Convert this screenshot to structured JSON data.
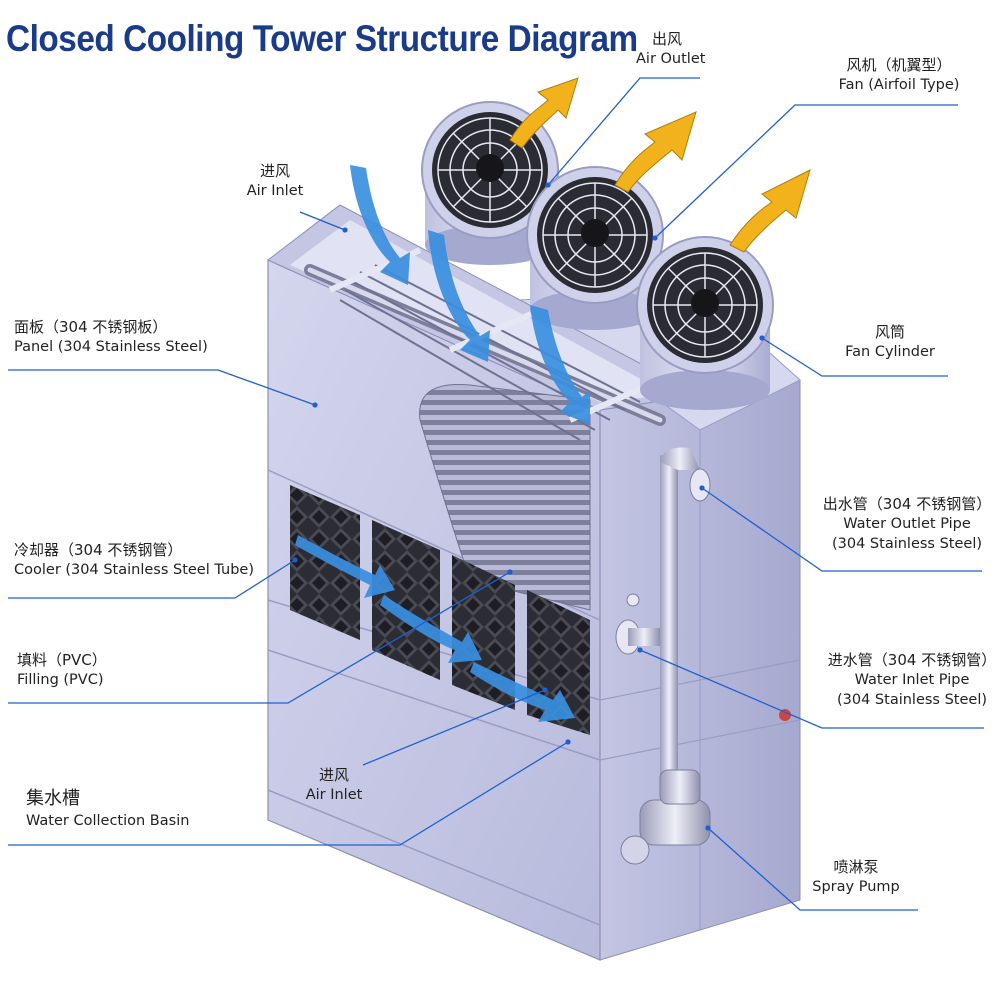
{
  "title": "Closed Cooling Tower Structure Diagram",
  "colors": {
    "title": "#1a3a8a",
    "leader": "#1f5fd1",
    "panel": "#c9cbe6",
    "panel_dark": "#a9acd0",
    "airflow": "#3a8fe0",
    "exhaust": "#f2b21c"
  },
  "labels": {
    "air_outlet": {
      "zh": "出风",
      "en": "Air Outlet"
    },
    "fan": {
      "zh": "风机（机翼型）",
      "en": "Fan (Airfoil Type)"
    },
    "air_inlet_top": {
      "zh": "进风",
      "en": "Air Inlet"
    },
    "panel": {
      "zh": "面板（304 不锈钢板）",
      "en": "Panel (304 Stainless Steel)"
    },
    "fan_cylinder": {
      "zh": "风筒",
      "en": "Fan Cylinder"
    },
    "water_outlet": {
      "zh": "出水管（304 不锈钢管）",
      "en": "Water Outlet Pipe",
      "en2": "(304 Stainless Steel)"
    },
    "cooler": {
      "zh": "冷却器（304 不锈钢管）",
      "en": "Cooler (304 Stainless Steel Tube)"
    },
    "filling": {
      "zh": "填料（PVC）",
      "en": "Filling (PVC)"
    },
    "water_inlet": {
      "zh": "进水管（304 不锈钢管）",
      "en": "Water Inlet Pipe",
      "en2": "(304 Stainless Steel)"
    },
    "air_inlet_bottom": {
      "zh": "进风",
      "en": "Air Inlet"
    },
    "basin": {
      "zh": "集水槽",
      "en": "Water Collection Basin"
    },
    "spray_pump": {
      "zh": "喷淋泵",
      "en": "Spray Pump"
    }
  }
}
